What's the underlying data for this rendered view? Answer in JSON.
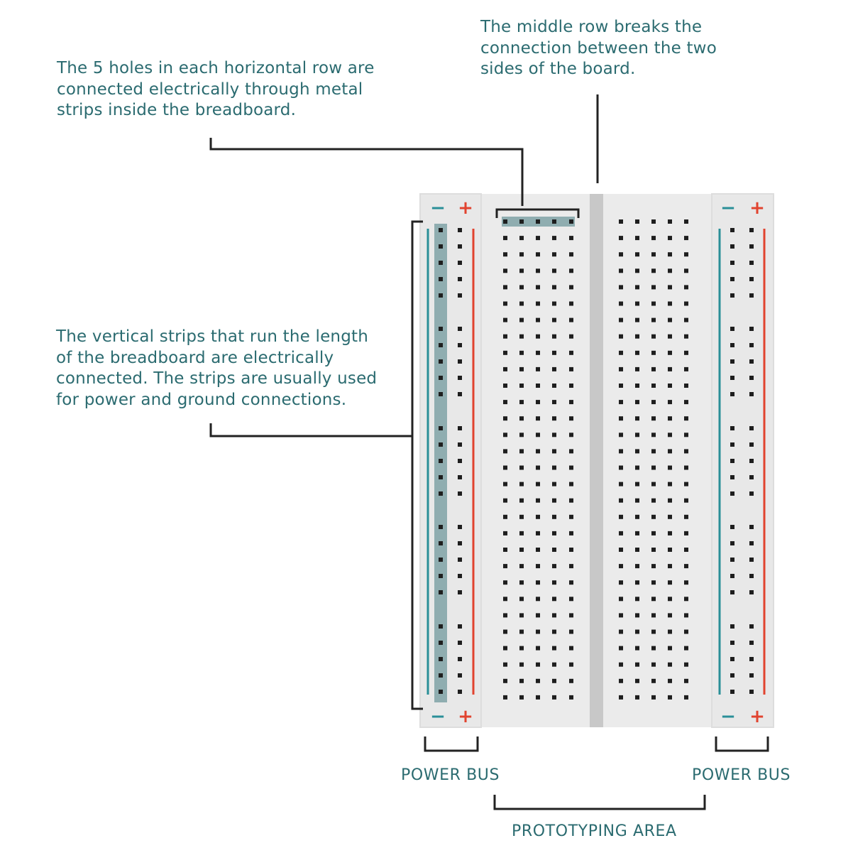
{
  "annotations": {
    "rows": {
      "lines": [
        "The 5 holes in each horizontal row are",
        "connected electrically through metal",
        "strips inside the breadboard."
      ]
    },
    "middle": {
      "lines": [
        "The middle row breaks the",
        "connection between the two",
        "sides of the board."
      ]
    },
    "strips": {
      "lines": [
        "The vertical strips that run the length",
        "of the breadboard are electrically",
        "connected. The strips are usually used",
        "for power and ground connections."
      ]
    }
  },
  "labels": {
    "power_bus_left": "POWER BUS",
    "power_bus_right": "POWER BUS",
    "prototyping_area": "PROTOTYPING AREA"
  },
  "rail_symbols": {
    "minus": "−",
    "plus": "+"
  },
  "colors": {
    "text": "#2b6b70",
    "board": "#ebebeb",
    "board_edge": "#dddddd",
    "center_channel": "#c8c8c8",
    "hole": "#1e1e1e",
    "highlight": "#8fadb0",
    "rail_negative": "#2a8f98",
    "rail_positive": "#e1432f",
    "callout_line": "#222222"
  }
}
